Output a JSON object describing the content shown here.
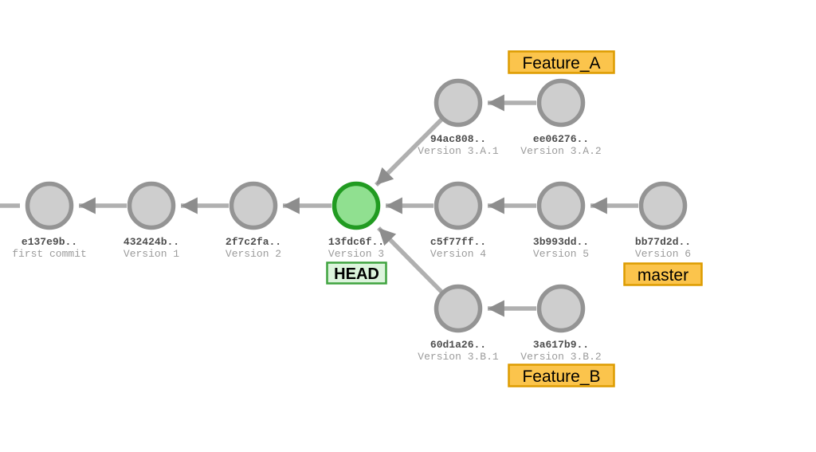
{
  "git_graph": {
    "type": "git-commit-graph",
    "commits": [
      {
        "hash": "e137e9b..",
        "message": "first commit",
        "is_head": false
      },
      {
        "hash": "432424b..",
        "message": "Version 1",
        "is_head": false
      },
      {
        "hash": "2f7c2fa..",
        "message": "Version 2",
        "is_head": false
      },
      {
        "hash": "13fdc6f..",
        "message": "Version 3",
        "is_head": true
      },
      {
        "hash": "c5f77ff..",
        "message": "Version 4",
        "is_head": false
      },
      {
        "hash": "3b993dd..",
        "message": "Version 5",
        "is_head": false
      },
      {
        "hash": "bb77d2d..",
        "message": "Version 6",
        "is_head": false
      },
      {
        "hash": "94ac808..",
        "message": "Version 3.A.1",
        "is_head": false
      },
      {
        "hash": "ee06276..",
        "message": "Version 3.A.2",
        "is_head": false
      },
      {
        "hash": "60d1a26..",
        "message": "Version 3.B.1",
        "is_head": false
      },
      {
        "hash": "3a617b9..",
        "message": "Version 3.B.2",
        "is_head": false
      }
    ],
    "edges_child_to_parent": [
      [
        "432424b..",
        "e137e9b.."
      ],
      [
        "2f7c2fa..",
        "432424b.."
      ],
      [
        "13fdc6f..",
        "2f7c2fa.."
      ],
      [
        "c5f77ff..",
        "13fdc6f.."
      ],
      [
        "3b993dd..",
        "c5f77ff.."
      ],
      [
        "bb77d2d..",
        "3b993dd.."
      ],
      [
        "ee06276..",
        "94ac808.."
      ],
      [
        "94ac808..",
        "13fdc6f.."
      ],
      [
        "3a617b9..",
        "60d1a26.."
      ],
      [
        "60d1a26..",
        "13fdc6f.."
      ]
    ],
    "labels": {
      "feature_a": "Feature_A",
      "master": "master",
      "feature_b": "Feature_B",
      "head": "HEAD"
    },
    "colors": {
      "commit_fill": "#cecece",
      "commit_stroke": "#949494",
      "head_commit_fill": "#90e090",
      "head_commit_stroke": "#219b21",
      "arrow_line": "#b0b0b0",
      "arrow_head": "#8d8d8d",
      "hash_text": "#4d4d4d",
      "message_text": "#9b9b9b",
      "branch_tag_fill": "#fbc44c",
      "branch_tag_border": "#dd9c00",
      "head_tag_fill": "#dcf4dc",
      "head_tag_border": "#3fa33f",
      "background": "#ffffff"
    }
  }
}
